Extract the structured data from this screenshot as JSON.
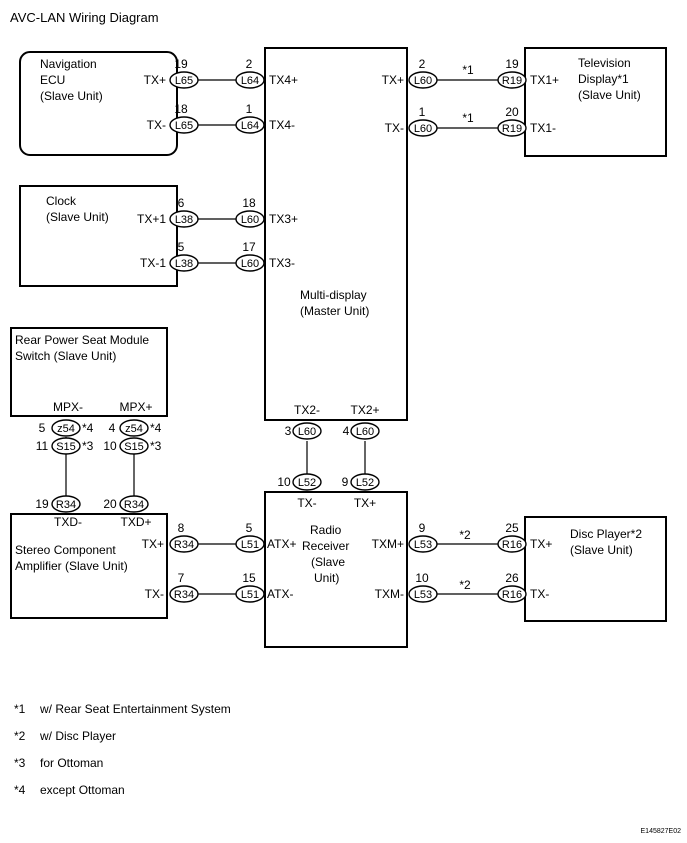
{
  "title": "AVC-LAN Wiring Diagram",
  "figure_id": "E145827E02",
  "units": {
    "nav_l1": "Navigation",
    "nav_l2": "ECU",
    "nav_l3": "(Slave Unit)",
    "clock_l1": "Clock",
    "clock_l2": "(Slave Unit)",
    "rps_l1": "Rear Power Seat Module",
    "rps_l2": "Switch (Slave Unit)",
    "sca_l1": "Stereo Component",
    "sca_l2": "Amplifier (Slave Unit)",
    "md_l1": "Multi-display",
    "md_l2": "(Master Unit)",
    "rr_l1": "Radio",
    "rr_l2": "Receiver",
    "rr_l3": "(Slave",
    "rr_l4": "Unit)",
    "tv_l1": "Television",
    "tv_l2": "Display*1",
    "tv_l3": "(Slave Unit)",
    "dp_l1": "Disc Player*2",
    "dp_l2": "(Slave Unit)"
  },
  "connectors": {
    "nav_a": "L65",
    "nav_b": "L65",
    "md_nav_a": "L64",
    "md_nav_b": "L64",
    "md_tv_a": "L60",
    "md_tv_b": "L60",
    "tv_a": "R19",
    "tv_b": "R19",
    "clk_a": "L38",
    "clk_b": "L38",
    "md_clk_a": "L60",
    "md_clk_b": "L60",
    "md_bot_a": "L60",
    "md_bot_b": "L60",
    "rr_top_a": "L52",
    "rr_top_b": "L52",
    "rps_z_a": "z54",
    "rps_z_b": "z54",
    "rps_s_a": "S15",
    "rps_s_b": "S15",
    "sca_top_a": "R34",
    "sca_top_b": "R34",
    "sca_a": "R34",
    "sca_b": "R34",
    "rr_l_a": "L51",
    "rr_l_b": "L51",
    "rr_r_a": "L53",
    "rr_r_b": "L53",
    "dp_a": "R16",
    "dp_b": "R16"
  },
  "pins": {
    "nav_a": "19",
    "nav_b": "18",
    "md_nav_a": "2",
    "md_nav_b": "1",
    "md_tv_a": "2",
    "md_tv_b": "1",
    "tv_a": "19",
    "tv_b": "20",
    "clk_a": "6",
    "clk_b": "5",
    "md_clk_a": "18",
    "md_clk_b": "17",
    "md_bot_a": "3",
    "md_bot_b": "4",
    "rr_top_a": "10",
    "rr_top_b": "9",
    "rps_z_a": "5",
    "rps_z_b": "4",
    "rps_s_a": "11",
    "rps_s_b": "10",
    "sca_top_a": "19",
    "sca_top_b": "20",
    "sca_a": "8",
    "sca_b": "7",
    "rr_l_a": "5",
    "rr_l_b": "15",
    "rr_r_a": "9",
    "rr_r_b": "10",
    "dp_a": "25",
    "dp_b": "26"
  },
  "terminals": {
    "nav_txp": "TX+",
    "nav_txm": "TX-",
    "md_tx4p": "TX4+",
    "md_tx4m": "TX4-",
    "md_txp": "TX+",
    "md_txm": "TX-",
    "tv_tx1p": "TX1+",
    "tv_tx1m": "TX1-",
    "clk_tx1p": "TX+1",
    "clk_tx1m": "TX-1",
    "md_tx3p": "TX3+",
    "md_tx3m": "TX3-",
    "md_tx2m": "TX2-",
    "md_tx2p": "TX2+",
    "rr_txm": "TX-",
    "rr_txp": "TX+",
    "rps_mpxm": "MPX-",
    "rps_mpxp": "MPX+",
    "sca_txdm": "TXD-",
    "sca_txdp": "TXD+",
    "sca_txp": "TX+",
    "sca_txm": "TX-",
    "rr_atxp": "ATX+",
    "rr_atxm": "ATX-",
    "rr_txmp": "TXM+",
    "rr_txmm": "TXM-",
    "dp_txp": "TX+",
    "dp_txm": "TX-"
  },
  "marks": {
    "tv_a": "*1",
    "tv_b": "*1",
    "dp_a": "*2",
    "dp_b": "*2",
    "z_a": "*4",
    "z_b": "*4",
    "s_a": "*3",
    "s_b": "*3"
  },
  "notes": [
    {
      "mark": "*1",
      "text": "w/ Rear Seat Entertainment System"
    },
    {
      "mark": "*2",
      "text": "w/ Disc Player"
    },
    {
      "mark": "*3",
      "text": "for Ottoman"
    },
    {
      "mark": "*4",
      "text": "except Ottoman"
    }
  ]
}
